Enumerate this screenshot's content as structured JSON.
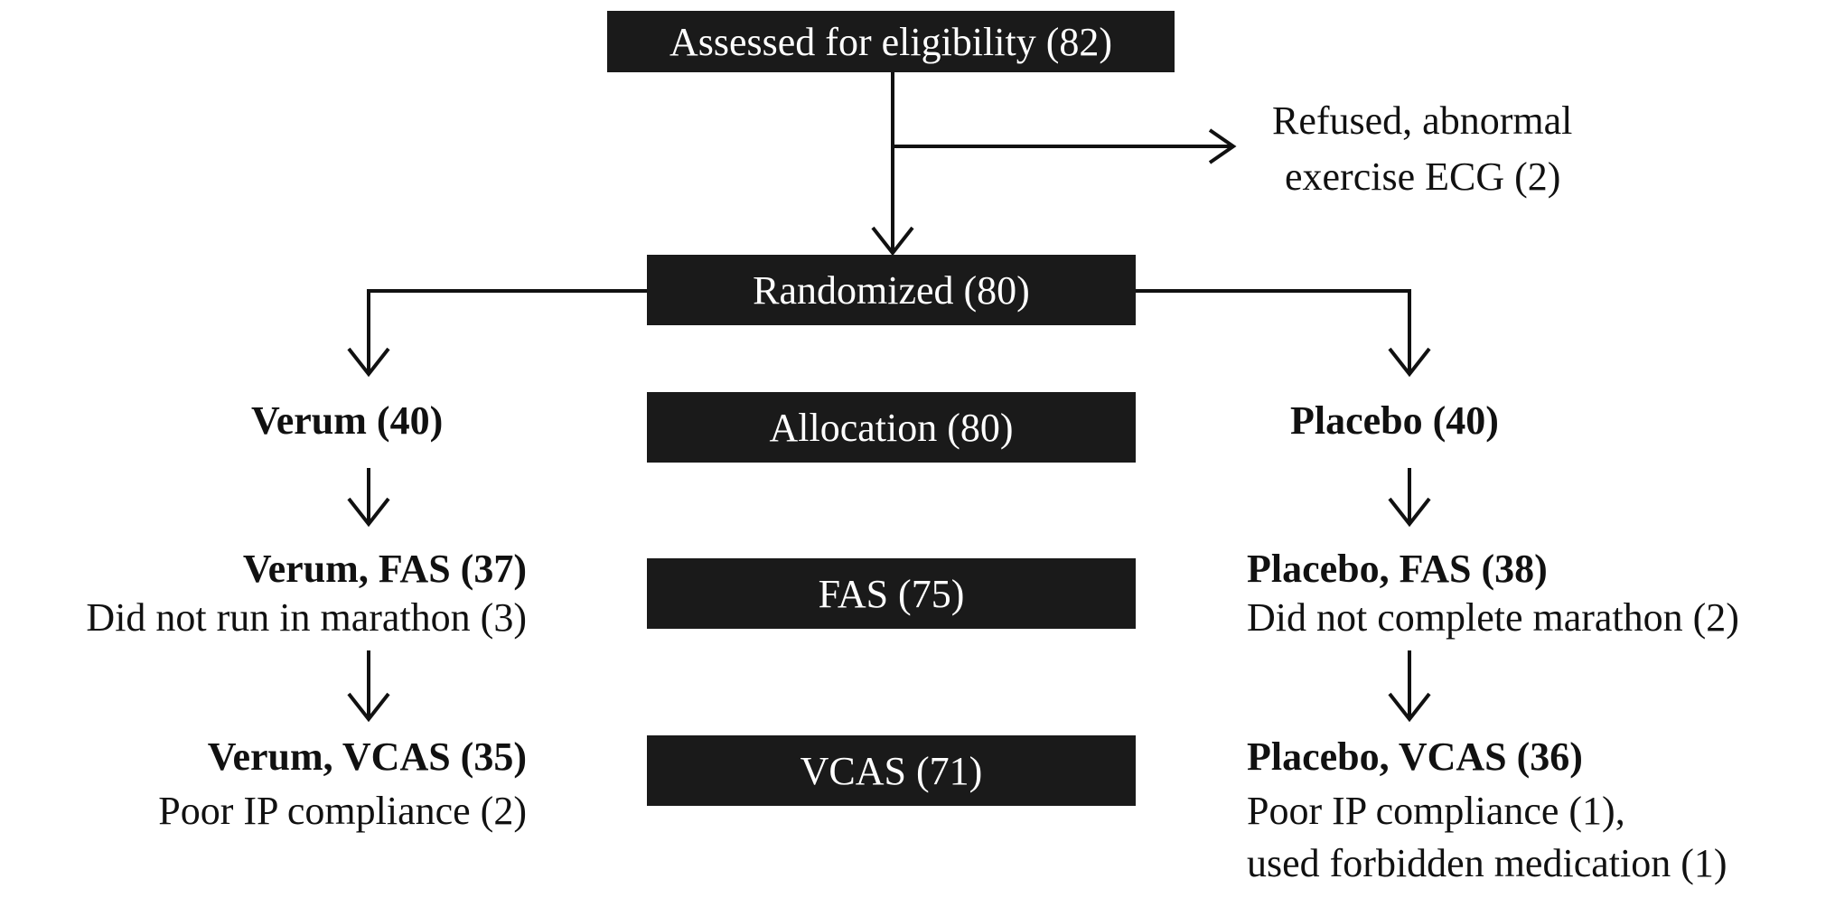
{
  "boxes": {
    "assessed": "Assessed for eligibility  (82)",
    "randomized": "Randomized  (80)",
    "allocation": "Allocation  (80)",
    "fas": "FAS (75)",
    "vcas": "VCAS (71)"
  },
  "excluded": {
    "line1": "Refused, abnormal",
    "line2": "exercise  ECG (2)"
  },
  "verum": {
    "group": "Verum (40)",
    "fas": "Verum, FAS (37)",
    "fas_note": "Did not run in marathon (3)",
    "vcas": "Verum, VCAS (35)",
    "vcas_note": "Poor IP compliance  (2)"
  },
  "placebo": {
    "group": "Placebo  (40)",
    "fas": "Placebo,  FAS (38)",
    "fas_note": "Did not complete  marathon (2)",
    "vcas": "Placebo,  VCAS (36)",
    "vcas_note1": "Poor IP compliance  (1),",
    "vcas_note2": "used forbidden medication  (1)"
  }
}
